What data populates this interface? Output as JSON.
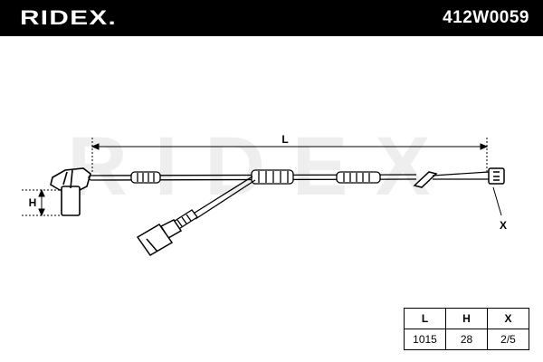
{
  "header": {
    "brand": "RIDEX.",
    "part_number": "412W0059"
  },
  "diagram": {
    "watermark": "RIDEX",
    "dim_length_label": "L",
    "dim_height_label": "H",
    "dim_x_label": "X"
  },
  "spec_table": {
    "headers": [
      "L",
      "H",
      "X"
    ],
    "values": [
      "1015",
      "28",
      "2/5"
    ]
  }
}
